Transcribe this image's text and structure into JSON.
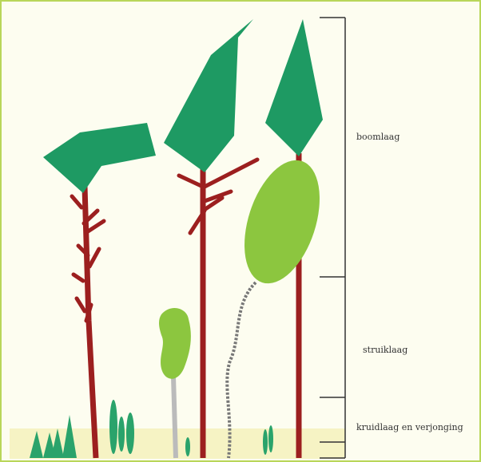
{
  "layers": [
    {
      "id": "boomlaag",
      "label": "boomlaag"
    },
    {
      "id": "struiklaag",
      "label": "struiklaag"
    },
    {
      "id": "kruidlaag",
      "label": "kruidlaag en verjonging"
    }
  ],
  "colors": {
    "frame": "#b9d65a",
    "background": "#fdfdf0",
    "ground": "#f6f3c4",
    "crown_dark": "#1e9a63",
    "crown_light": "#8cc63f",
    "trunk": "#9c1f1f",
    "herb": "#2aa36b",
    "bracket": "#333333"
  }
}
